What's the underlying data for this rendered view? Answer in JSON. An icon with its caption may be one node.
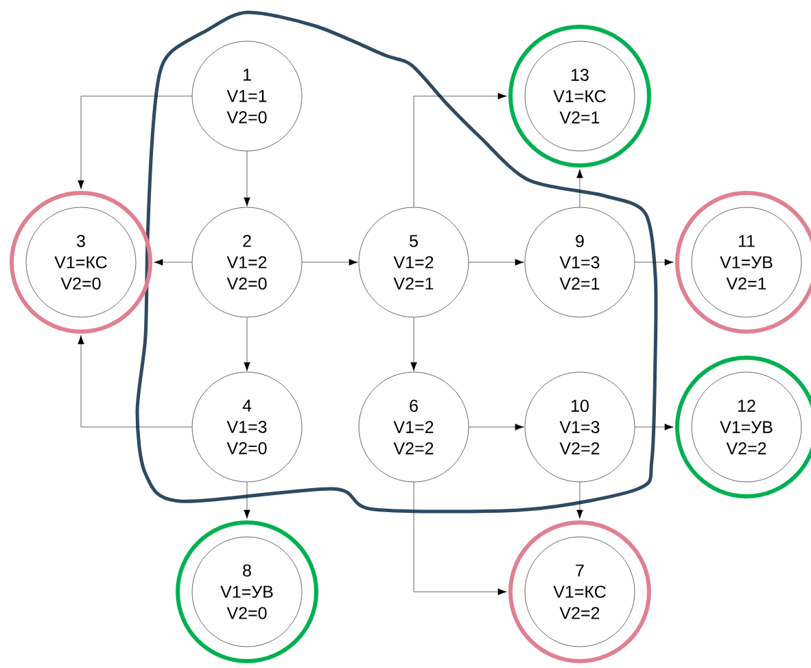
{
  "diagram": {
    "nodes": [
      {
        "text": [
          "1",
          "V1=1",
          "V2=0"
        ]
      },
      {
        "text": [
          "2",
          "V1=2",
          "V2=0"
        ]
      },
      {
        "text": [
          "3",
          "V1=КС",
          "V2=0"
        ]
      },
      {
        "text": [
          "4",
          "V1=3",
          "V2=0"
        ]
      },
      {
        "text": [
          "5",
          "V1=2",
          "V2=1"
        ]
      },
      {
        "text": [
          "6",
          "V1=2",
          "V2=2"
        ]
      },
      {
        "text": [
          "7",
          "V1=КС",
          "V2=2"
        ]
      },
      {
        "text": [
          "8",
          "V1=УВ",
          "V2=0"
        ]
      },
      {
        "text": [
          "9",
          "V1=3",
          "V2=1"
        ]
      },
      {
        "text": [
          "10",
          "V1=3",
          "V2=2"
        ]
      },
      {
        "text": [
          "11",
          "V1=УВ",
          "V2=1"
        ]
      },
      {
        "text": [
          "12",
          "V1=УВ",
          "V2=2"
        ]
      },
      {
        "text": [
          "13",
          "V1=КС",
          "V2=1"
        ]
      }
    ],
    "edges": [
      {
        "from": 0,
        "to": 2,
        "arrow": "to"
      },
      {
        "from": 0,
        "to": 1,
        "arrow": "to"
      },
      {
        "from": 1,
        "to": 2,
        "arrow": "to"
      },
      {
        "from": 1,
        "to": 4,
        "arrow": "to"
      },
      {
        "from": 1,
        "to": 3,
        "arrow": "to"
      },
      {
        "from": 3,
        "to": 2,
        "arrow": "to"
      },
      {
        "from": 3,
        "to": 7,
        "arrow": "to"
      },
      {
        "from": 4,
        "to": 12,
        "arrow": "to"
      },
      {
        "from": 4,
        "to": 8,
        "arrow": "to"
      },
      {
        "from": 4,
        "to": 5,
        "arrow": "to"
      },
      {
        "from": 5,
        "to": 9,
        "arrow": "to"
      },
      {
        "from": 5,
        "to": 6,
        "arrow": "to"
      },
      {
        "from": 8,
        "to": 12,
        "arrow": "to"
      },
      {
        "from": 8,
        "to": 10,
        "arrow": "to"
      },
      {
        "from": 9,
        "to": 11,
        "arrow": "to"
      },
      {
        "from": 9,
        "to": 6,
        "arrow": "to"
      }
    ]
  }
}
